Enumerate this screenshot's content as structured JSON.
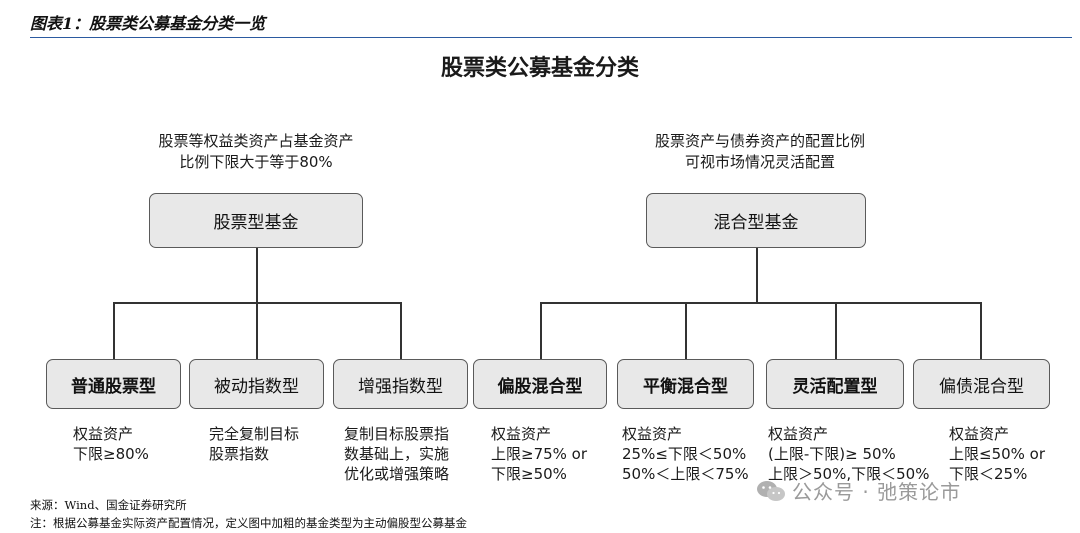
{
  "header": {
    "figure_title": "图表1：股票类公募基金分类一览"
  },
  "diagram": {
    "title": "股票类公募基金分类",
    "left_group": {
      "note_lines": [
        "股票等权益类资产占基金资产",
        "比例下限大于等于80%"
      ],
      "label": "股票型基金",
      "children": [
        {
          "label": "普通股票型",
          "bold": true,
          "desc": [
            "权益资产",
            "下限≥80%"
          ]
        },
        {
          "label": "被动指数型",
          "bold": false,
          "desc": [
            "完全复制目标",
            "股票指数"
          ]
        },
        {
          "label": "增强指数型",
          "bold": false,
          "desc": [
            "复制目标股票指",
            "数基础上，实施",
            "优化或增强策略"
          ]
        }
      ]
    },
    "right_group": {
      "note_lines": [
        "股票资产与债券资产的配置比例",
        "可视市场情况灵活配置"
      ],
      "label": "混合型基金",
      "children": [
        {
          "label": "偏股混合型",
          "bold": true,
          "desc": [
            "权益资产",
            "上限≥75% or",
            "下限≥50%"
          ]
        },
        {
          "label": "平衡混合型",
          "bold": true,
          "desc": [
            "权益资产",
            "25%≤下限＜50%",
            "50%＜上限＜75%"
          ]
        },
        {
          "label": "灵活配置型",
          "bold": true,
          "desc": [
            "权益资产",
            "(上限-下限)≥ 50%",
            "上限＞50%,下限＜50%"
          ]
        },
        {
          "label": "偏债混合型",
          "bold": false,
          "desc": [
            "权益资产",
            "上限≤50% or",
            "下限＜25%"
          ]
        }
      ]
    }
  },
  "footer": {
    "source": "来源：Wind、国金证券研究所",
    "note": "注：根据公募基金实际资产配置情况，定义图中加粗的基金类型为主动偏股型公募基金"
  },
  "watermark": {
    "text": "公众号 · 弛策论市",
    "icon": "wechat-icon"
  },
  "colors": {
    "rule": "#2b5aa0",
    "box_fill": "#e8e8e8",
    "box_border": "#5a5a5a"
  }
}
